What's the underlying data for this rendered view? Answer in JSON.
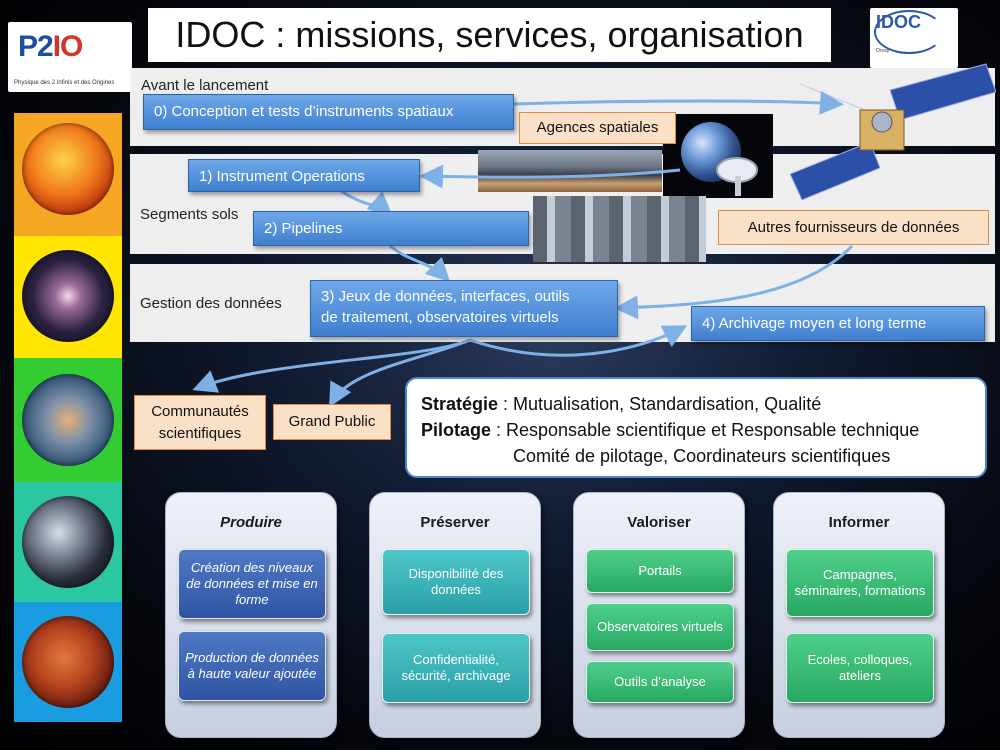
{
  "header": {
    "title": "IDOC : missions, services, organisation"
  },
  "logos": {
    "left_mark_a": "P2",
    "left_mark_b": "IO",
    "left_subtitle": "Physique des 2 Infinis et des Origines",
    "right_mark": "IDOC",
    "right_subtitle": "Orsay"
  },
  "rows": {
    "launch": {
      "label": "Avant le lancement",
      "box": "0) Conception et tests d’instruments spatiaux"
    },
    "ground": {
      "label": "Segments sols",
      "box1": "1) Instrument Operations",
      "box2": "2) Pipelines"
    },
    "data": {
      "label": "Gestion des données",
      "box_line1": "3) Jeux de données, interfaces, outils",
      "box_line2": "de traitement, observatoires virtuels"
    }
  },
  "side_boxes": {
    "agencies": "Agences spatiales",
    "other_providers": "Autres fournisseurs de données",
    "archiving": "4) Archivage moyen et long terme",
    "communities_line1": "Communautés",
    "communities_line2": "scientifiques",
    "public": "Grand Public"
  },
  "strategy": {
    "strategy_label": "Stratégie",
    "strategy_text": " : Mutualisation, Standardisation, Qualité",
    "pilotage_label": "Pilotage",
    "pilotage_text": " : Responsable scientifique et Responsable technique",
    "pilotage_text2": "Comité de pilotage, Coordinateurs scientifiques"
  },
  "columns": [
    {
      "title": "Produire",
      "tiles": [
        "Création des niveaux de données et mise en forme",
        "Production de données à haute valeur ajoutée"
      ]
    },
    {
      "title": "Préserver",
      "tiles": [
        "Disponibilité des données",
        "Confidentialité, sécurité, archivage"
      ]
    },
    {
      "title": "Valoriser",
      "tiles": [
        "Portails",
        "Observatoires virtuels",
        "Outils d’analyse"
      ]
    },
    {
      "title": "Informer",
      "tiles": [
        "Campagnes, séminaires, formations",
        "Ecoles, colloques, ateliers"
      ]
    }
  ],
  "colors": {
    "strip": [
      "#f5a623",
      "#ffe600",
      "#33cc33",
      "#2bc7a0",
      "#1a9de0"
    ],
    "blue_box": "#4a86d6",
    "orange_border": "#e08a3e",
    "arrow": "#7fb0e6"
  }
}
